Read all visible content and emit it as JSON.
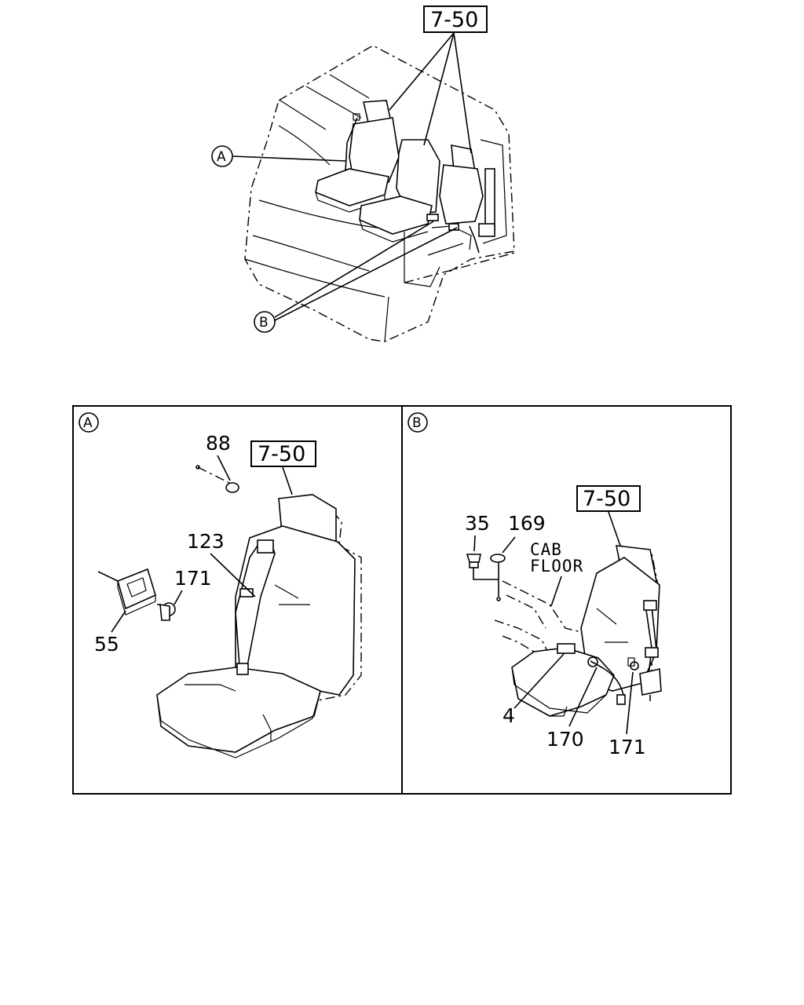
{
  "overview": {
    "ref_label": "7-50",
    "callout_a": "A",
    "callout_b": "B"
  },
  "panel_a": {
    "callout": "A",
    "ref_label": "7-50",
    "parts": {
      "p88": "88",
      "p123": "123",
      "p171": "171",
      "p55": "55"
    }
  },
  "panel_b": {
    "callout": "B",
    "ref_label": "7-50",
    "cab_floor_line1": "CAB",
    "cab_floor_line2": "FLOOR",
    "parts": {
      "p35": "35",
      "p169": "169",
      "p4": "4",
      "p170": "170",
      "p171": "171"
    }
  }
}
